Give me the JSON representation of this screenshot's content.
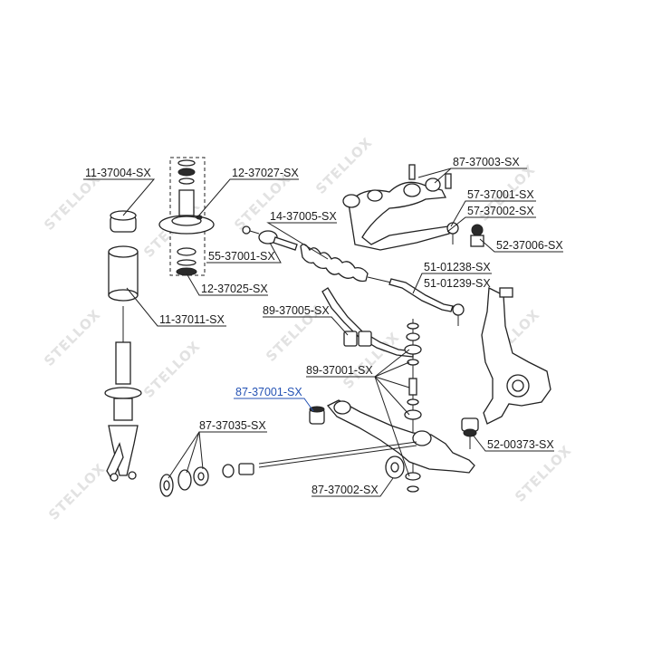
{
  "watermark": "STELLOX",
  "labels": {
    "p11_37004": "11-37004-SX",
    "p12_37027": "12-37027-SX",
    "p87_37003": "87-37003-SX",
    "p57_37001": "57-37001-SX",
    "p57_37002": "57-37002-SX",
    "p14_37005": "14-37005-SX",
    "p55_37001": "55-37001-SX",
    "p52_37006": "52-37006-SX",
    "p51_01238": "51-01238-SX",
    "p51_01239": "51-01239-SX",
    "p12_37025": "12-37025-SX",
    "p11_37011": "11-37011-SX",
    "p89_37005": "89-37005-SX",
    "p89_37001": "89-37001-SX",
    "p87_37001": "87-37001-SX",
    "p87_37035": "87-37035-SX",
    "p52_00373": "52-00373-SX",
    "p87_37002": "87-37002-SX"
  },
  "colors": {
    "line": "#222222",
    "highlight_label": "#2452b4",
    "watermark": "#e2e2e2"
  }
}
